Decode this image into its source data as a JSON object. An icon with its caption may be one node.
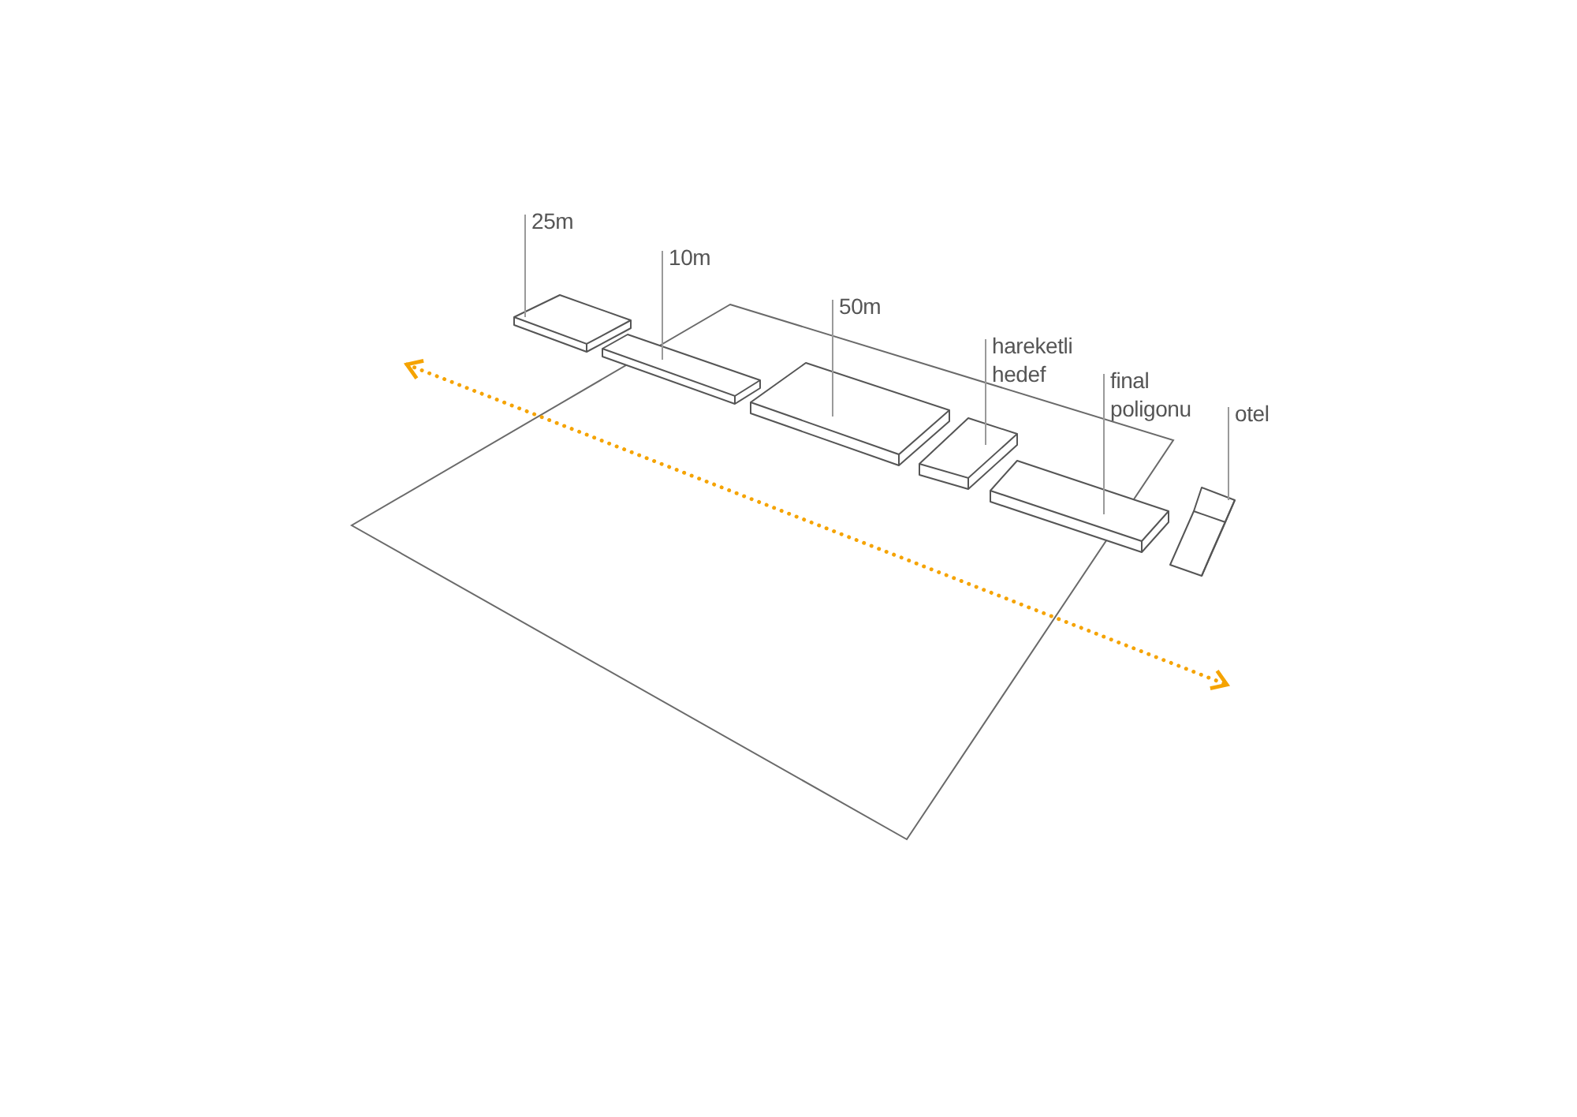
{
  "diagram": {
    "nodes": [
      {
        "text": [
          "25m"
        ]
      },
      {
        "text": [],
        "shape": "box"
      },
      {
        "text": [
          "10m"
        ]
      },
      {
        "text": [],
        "shape": "box"
      },
      {
        "text": [
          "50m"
        ]
      },
      {
        "text": [],
        "shape": "box"
      },
      {
        "text": [
          "hareketli hedef"
        ]
      },
      {
        "text": [],
        "shape": "box"
      },
      {
        "text": [
          "final poligonu"
        ]
      },
      {
        "text": [],
        "shape": "box"
      },
      {
        "text": [
          "otel"
        ]
      },
      {
        "text": [],
        "shape": "box"
      }
    ],
    "edges": [
      {
        "from": 0,
        "to": 1,
        "arrow": "none"
      },
      {
        "from": 2,
        "to": 3,
        "arrow": "none"
      },
      {
        "from": 4,
        "to": 5,
        "arrow": "none"
      },
      {
        "from": 6,
        "to": 7,
        "arrow": "none"
      },
      {
        "from": 8,
        "to": 9,
        "arrow": "none"
      },
      {
        "from": 10,
        "to": 11,
        "arrow": "none"
      }
    ]
  }
}
